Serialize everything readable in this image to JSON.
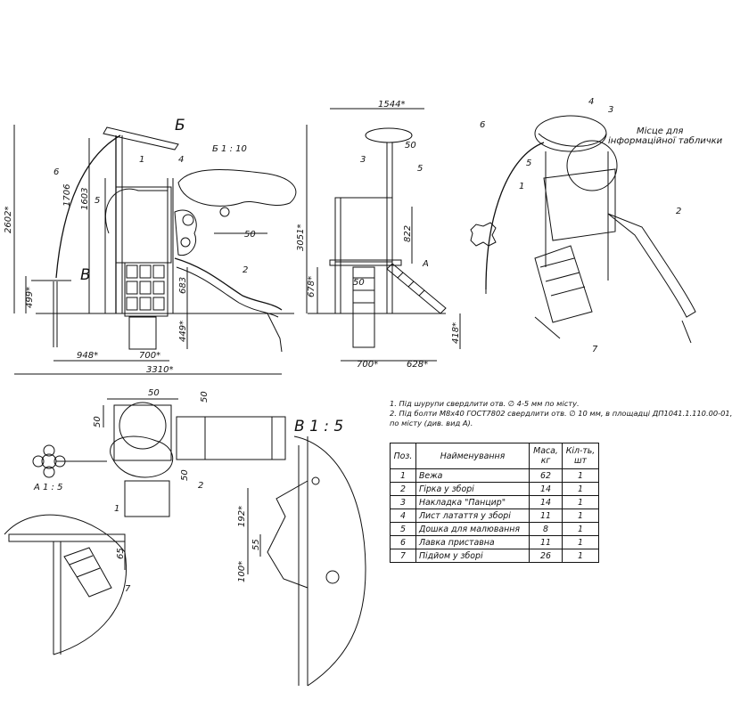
{
  "labels": {
    "view_b_letter": "Б",
    "view_v_letter": "В",
    "view_a_letter": "А",
    "scale_b": "Б 1 : 10",
    "scale_v": "В 1 : 5",
    "scale_a": "А 1 : 5",
    "place_info": "Місце для",
    "place_info_2": "інформаційної таблички"
  },
  "dimensions": {
    "d2602": "2602*",
    "d1706": "1706",
    "d1603": "1603",
    "d499": "499*",
    "d683": "683",
    "d449": "449*",
    "d948": "948*",
    "d700": "700*",
    "d3310": "3310*",
    "d50": "50",
    "d1544": "1544*",
    "d3051": "3051*",
    "d822": "822",
    "d678": "678*",
    "d628": "628*",
    "d418": "418*",
    "d192": "192*",
    "d55": "55",
    "d100": "100*",
    "d65": "65"
  },
  "callouts": [
    "1",
    "2",
    "3",
    "4",
    "5",
    "6",
    "7"
  ],
  "notes": [
    "1. Під шурупи свердлити отв.  ∅ 4-5 мм по місту.",
    "2. Під болти М8х40 ГОСТ7802 свердлити отв. ∅ 10 мм, в площадці ДП1041.1.110.00-01,",
    "    по місту (див. вид А)."
  ],
  "spec_table": {
    "headers": [
      "Поз.",
      "Найменування",
      "Маса, кг",
      "Кіл-ть, шт"
    ],
    "rows": [
      [
        "1",
        "Вежа",
        "62",
        "1"
      ],
      [
        "2",
        "Гірка у зборі",
        "14",
        "1"
      ],
      [
        "3",
        "Накладка \"Панцир\"",
        "14",
        "1"
      ],
      [
        "4",
        "Лист латаття у зборі",
        "11",
        "1"
      ],
      [
        "5",
        "Дошка для малювання",
        "8",
        "1"
      ],
      [
        "6",
        "Лавка приставна",
        "11",
        "1"
      ],
      [
        "7",
        "Підйом у зборі",
        "26",
        "1"
      ]
    ]
  }
}
